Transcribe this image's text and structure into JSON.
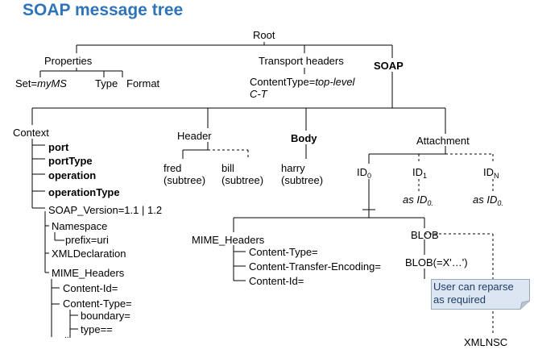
{
  "title": "SOAP message tree",
  "root": "Root",
  "properties": {
    "label": "Properties",
    "set_prefix": "Set=",
    "set_value": "myMS",
    "type": "Type",
    "format": "Format"
  },
  "transport": {
    "label": "Transport headers",
    "content_type_prefix": "ContentType=",
    "content_type_value": "top-level",
    "content_type_value_2": "C-T"
  },
  "soap": "SOAP",
  "context": {
    "label": "Context",
    "port": "port",
    "port_type": "portType",
    "operation": "operation",
    "operation_type": "operationType",
    "soap_version": "SOAP_Version=1.1 | 1.2",
    "namespace": "Namespace",
    "prefix": "prefix=uri",
    "xml_declaration": "XMLDeclaration",
    "mime_headers": "MIME_Headers",
    "content_id": "Content-Id=",
    "content_type": "Content-Type=",
    "boundary": "boundary=",
    "type": "type==",
    "ellipsis": "..."
  },
  "header": {
    "label": "Header",
    "fred": "fred",
    "bill": "bill",
    "subtree": "(subtree)"
  },
  "body": {
    "label": "Body",
    "harry": "harry",
    "subtree": "(subtree)"
  },
  "attachment": {
    "label": "Attachment",
    "id_prefix": "ID",
    "id0_sub": "0",
    "id1_sub": "1",
    "idn_sub": "N",
    "as_text": "as",
    "id0_ref_sub": "0",
    "id0_ref_suffix_1": ".",
    "id0_ref_suffix_2": "."
  },
  "mime": {
    "label": "MIME_Headers",
    "content_type": "Content-Type=",
    "cte": "Content-Transfer-Encoding=",
    "content_id": "Content-Id="
  },
  "blob": {
    "label": "BLOB",
    "value": "BLOB(=X'…')"
  },
  "note": {
    "line1": "User can reparse",
    "line2": "as required"
  },
  "xmlnsc": "XMLNSC",
  "colors": {
    "title": "#2e74b8",
    "note_fill": "#dce6f2",
    "note_border": "#9aa8b8",
    "note_text": "#1f3d66"
  }
}
